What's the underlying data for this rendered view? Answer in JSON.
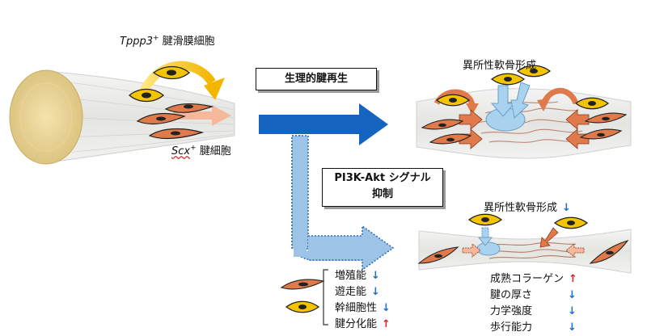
{
  "labels": {
    "tppp3_gene": "Tppp3",
    "tppp3_sup": "+",
    "tppp3_text": " 腱滑膜細胞",
    "scx_gene": "Scx",
    "scx_sup": "+",
    "scx_text": " 腱細胞",
    "box_physiological": "生理的腱再生",
    "box_pi3k_line1": "PI3K-Akt シグナル",
    "box_pi3k_line2": "抑制",
    "ectopic_top": "異所性軟骨形成",
    "ectopic_bottom": "異所性軟骨形成"
  },
  "left_list": [
    {
      "text": "増殖能",
      "dir": "down"
    },
    {
      "text": "遊走能",
      "dir": "down"
    },
    {
      "text": "幹細胞性",
      "dir": "down"
    },
    {
      "text": "腱分化能",
      "dir": "up"
    }
  ],
  "right_list": [
    {
      "text": "成熟コラーゲン",
      "dir": "up"
    },
    {
      "text": "腱の厚さ",
      "dir": "down"
    },
    {
      "text": "力学強度",
      "dir": "down"
    },
    {
      "text": "歩行能力",
      "dir": "down"
    }
  ],
  "arrow_glyphs": {
    "up": "↑",
    "down": "↓"
  },
  "colors": {
    "blue_arrow": "#1565c0",
    "dotted_arrow": "#9dc3e6",
    "yellow_cell": "#f5c400",
    "tendon_cell": "#e07a4a",
    "chondro": "#a9d2ee"
  }
}
